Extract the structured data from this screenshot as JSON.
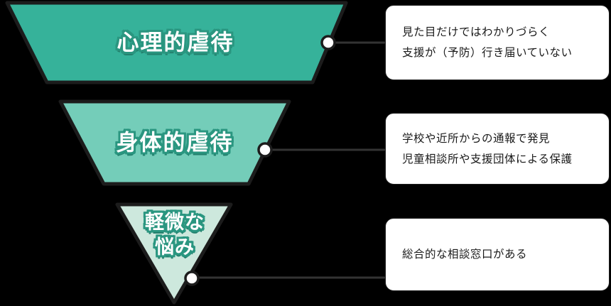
{
  "funnel": {
    "levels": [
      {
        "label": "心理的虐待",
        "fill": "#36b29a",
        "note": {
          "line1": "見た目だけではわかりづらく",
          "line2": "支援が（予防）行き届いていない"
        }
      },
      {
        "label": "身体的虐待",
        "fill": "#74cdb9",
        "note": {
          "line1": "学校や近所からの通報で発見",
          "line2": "児童相談所や支援団体による保護"
        }
      },
      {
        "label_line1": "軽微な",
        "label_line2": "悩み",
        "fill": "#cde8dd",
        "note": {
          "line1": "総合的な相談窓口がある"
        }
      }
    ],
    "colors": {
      "background": "#000000",
      "shape_outline": "#1c1c1c",
      "label_text": "#ffffff",
      "label_outline": "#2a9680",
      "connector_line": "#333333",
      "connector_dot_fill": "#ffffff",
      "note_background": "#ffffff",
      "note_text": "#1a1a1a"
    }
  }
}
